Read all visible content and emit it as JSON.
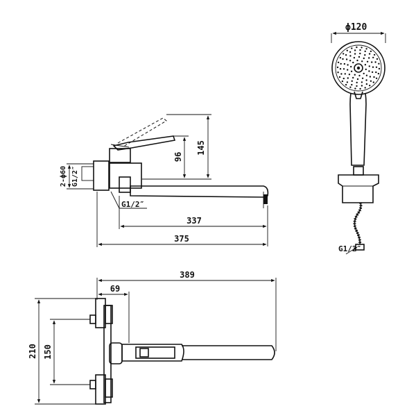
{
  "labels": {
    "shower_diameter": "ϕ120",
    "shower_hose_thread": "G1/2″",
    "side_height_145": "145",
    "side_height_96": "96",
    "side_inlet": "2-ϕ60",
    "side_thread_top": "G1/2″",
    "side_thread_bottom": "G1/2″",
    "side_spout_337": "337",
    "side_total_375": "375",
    "top_total_389": "389",
    "top_depth_69": "69",
    "top_height_210": "210",
    "top_centers_150": "150"
  },
  "colors": {
    "line": "#111111",
    "background": "#ffffff"
  }
}
